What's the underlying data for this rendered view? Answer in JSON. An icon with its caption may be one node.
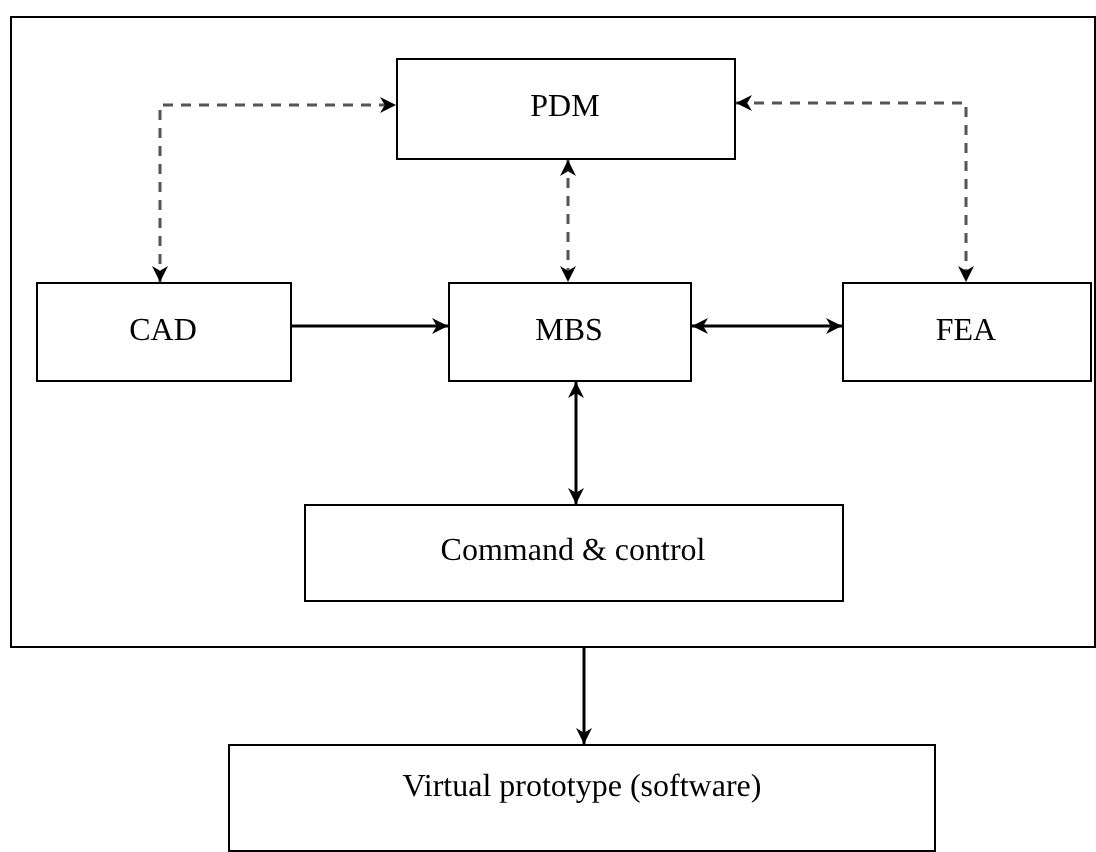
{
  "diagram": {
    "nodes": [
      {
        "text": [],
        "shape": "box"
      },
      {
        "text": [
          "PDM"
        ],
        "in": 0
      },
      {
        "text": [
          "CAD"
        ],
        "in": 0
      },
      {
        "text": [
          "MBS"
        ],
        "in": 0
      },
      {
        "text": [
          "FEA"
        ],
        "in": 0
      },
      {
        "text": [
          "Command & control"
        ],
        "in": 0
      },
      {
        "text": [
          "Virtual prototype (software)"
        ]
      }
    ],
    "edges": [
      {
        "from": 2,
        "to": 1,
        "arrow": "both",
        "style": "dashed",
        "color": "#555555"
      },
      {
        "from": 1,
        "to": 3,
        "arrow": "both",
        "style": "dashed",
        "color": "#555555"
      },
      {
        "from": 1,
        "to": 4,
        "arrow": "both",
        "style": "dashed",
        "color": "#555555"
      },
      {
        "from": 2,
        "to": 3,
        "arrow": "to"
      },
      {
        "from": 3,
        "to": 4,
        "arrow": "both"
      },
      {
        "from": 3,
        "to": 5,
        "arrow": "both"
      },
      {
        "from": 0,
        "to": 6,
        "arrow": "to"
      }
    ]
  }
}
